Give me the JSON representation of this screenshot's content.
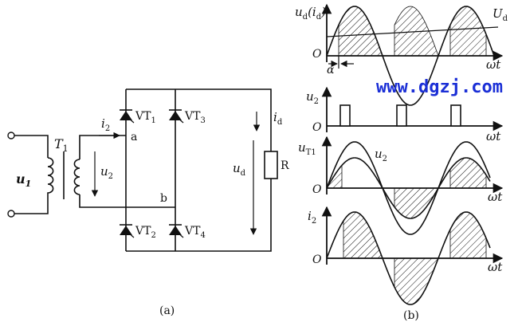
{
  "circuit": {
    "u1": "u",
    "u1_sub": "1",
    "T1": "T",
    "T1_sub": "1",
    "i2": "i",
    "i2_sub": "2",
    "u2": "u",
    "u2_sub": "2",
    "node_a": "a",
    "node_b": "b",
    "VT1": "VT",
    "VT1_sub": "1",
    "VT2": "VT",
    "VT2_sub": "2",
    "VT3": "VT",
    "VT3_sub": "3",
    "VT4": "VT",
    "VT4_sub": "4",
    "id": "i",
    "id_sub": "d",
    "ud": "u",
    "ud_sub": "d",
    "R": "R",
    "caption": "(a)"
  },
  "waveforms": {
    "panel1": {
      "ylabel_a": "u",
      "ylabel_a_sub": "d",
      "ylabel_b": "(i",
      "ylabel_b_sub": "d",
      "ylabel_c": ")",
      "Ud": "U",
      "Ud_sub": "d",
      "alpha": "α",
      "origin": "O",
      "xlabel": "ωt"
    },
    "panel2": {
      "ylabel": "u",
      "ylabel_sub": "2",
      "origin": "O",
      "xlabel": "ωt"
    },
    "panel3": {
      "ylabel": "u",
      "ylabel_sub": "T1",
      "u2": "u",
      "u2_sub": "2",
      "origin": "O",
      "xlabel": "ωt"
    },
    "panel4": {
      "ylabel": "i",
      "ylabel_sub": "2",
      "origin": "O",
      "xlabel": "ωt"
    },
    "caption": "(b)"
  },
  "watermark": "www.dgzj.com"
}
